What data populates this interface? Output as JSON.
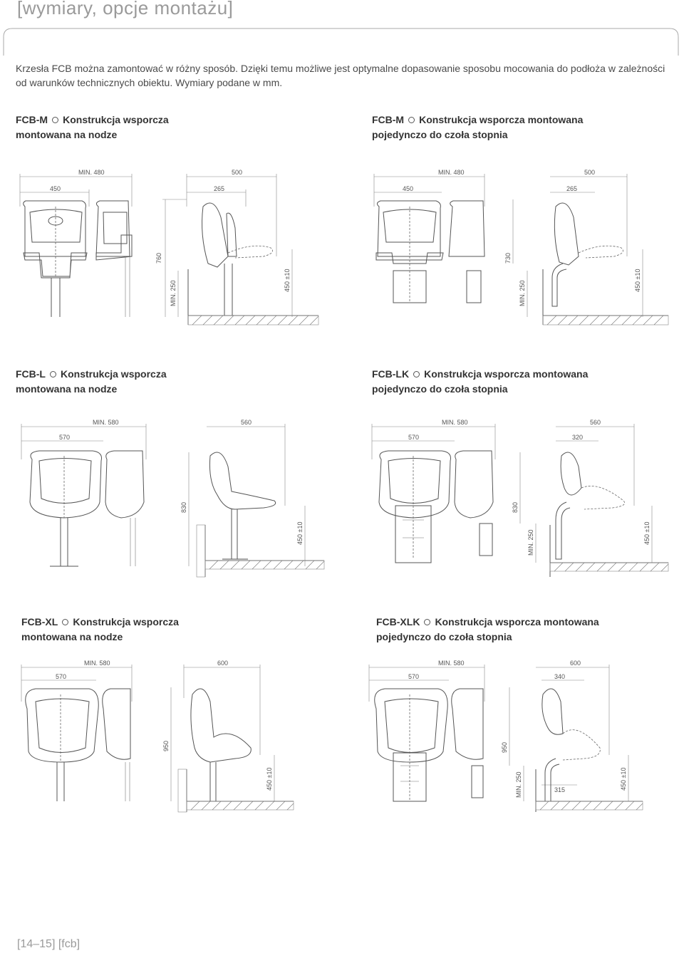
{
  "header": {
    "title": "[wymiary, opcje montażu]"
  },
  "intro": "Krzesła FCB można zamontować w różny sposób. Dzięki temu możliwe jest optymalne dopasowanie sposobu mocowania do podłoża w zależności od warunków technicznych obiektu. Wymiary podane w mm.",
  "sections": [
    {
      "model": "FCB-M",
      "line1": "Konstrukcja wsporcza",
      "line2": "montowana na nodze",
      "dims": {
        "min_width": "MIN. 480",
        "seat_width": "450",
        "depth": "500",
        "seat_depth": "265",
        "height": "760",
        "min_height": "MIN. 250",
        "seat_height": "450 ±10"
      }
    },
    {
      "model": "FCB-M",
      "line1": "Konstrukcja wsporcza montowana",
      "line2": "pojedynczo do czoła stopnia",
      "dims": {
        "min_width": "MIN. 480",
        "seat_width": "450",
        "depth": "500",
        "seat_depth": "265",
        "height": "730",
        "min_height": "MIN. 250",
        "seat_height": "450 ±10"
      }
    },
    {
      "model": "FCB-L",
      "line1": "Konstrukcja wsporcza",
      "line2": "montowana na nodze",
      "dims": {
        "min_width": "MIN. 580",
        "seat_width": "570",
        "depth": "560",
        "height": "830",
        "seat_height": "450 ±10"
      }
    },
    {
      "model": "FCB-LK",
      "line1": "Konstrukcja wsporcza montowana",
      "line2": "pojedynczo do czoła stopnia",
      "dims": {
        "min_width": "MIN. 580",
        "seat_width": "570",
        "depth": "560",
        "seat_depth": "320",
        "height": "830",
        "min_height": "MIN. 250",
        "seat_height": "450 ±10"
      }
    },
    {
      "model": "FCB-XL",
      "line1": "Konstrukcja wsporcza",
      "line2": "montowana na nodze",
      "dims": {
        "min_width": "MIN. 580",
        "seat_width": "570",
        "depth": "600",
        "height": "950",
        "seat_height": "450 ±10"
      }
    },
    {
      "model": "FCB-XLK",
      "line1": "Konstrukcja wsporcza montowana",
      "line2": "pojedynczo do czoła stopnia",
      "dims": {
        "min_width": "MIN. 580",
        "seat_width": "570",
        "depth": "600",
        "seat_depth": "340",
        "height": "950",
        "min_height": "MIN. 250",
        "offset": "315",
        "seat_height": "450 ±10"
      }
    }
  ],
  "footer": "[14–15] [fcb]"
}
